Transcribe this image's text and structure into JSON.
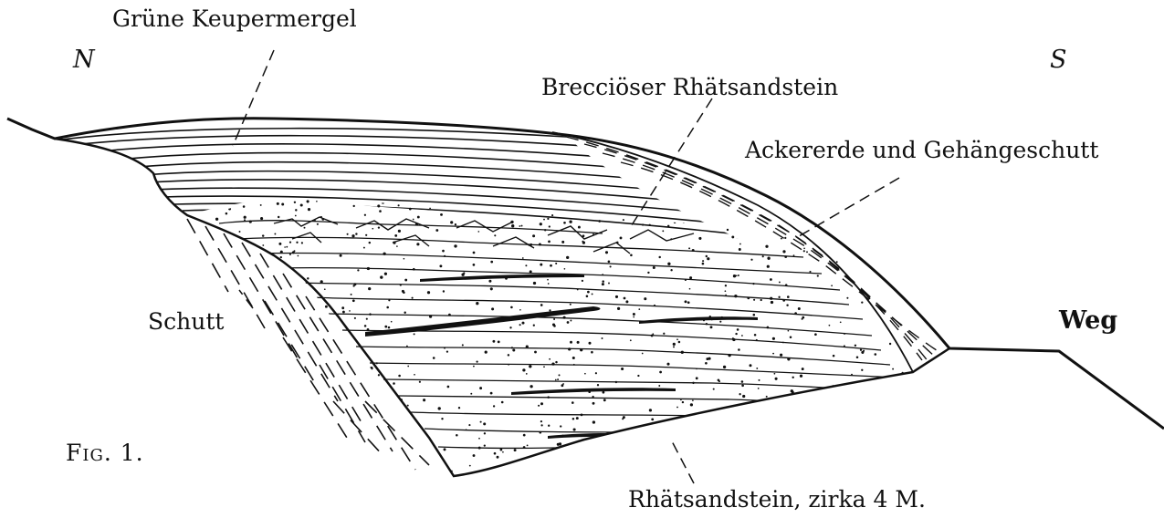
{
  "figure": {
    "caption": "Fig. 1.",
    "orientation": {
      "north": "N",
      "south": "S"
    },
    "labels": {
      "keuper": "Grüne Keupermergel",
      "breccia": "Brecciöser Rhätsandstein",
      "ackererde": "Ackererde und Gehängeschutt",
      "schutt": "Schutt",
      "weg": "Weg",
      "rhaet": "Rhätsandstein, zirka 4 M."
    }
  },
  "colors": {
    "ink": "#111111",
    "paper": "#ffffff"
  }
}
